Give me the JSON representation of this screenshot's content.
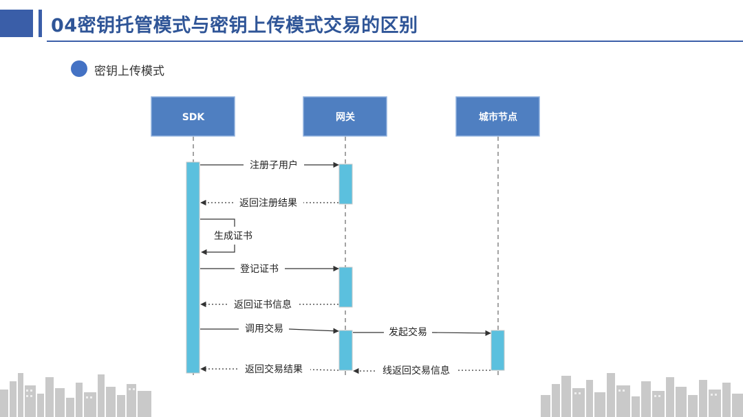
{
  "header": {
    "title": "04密钥托管模式与密钥上传模式交易的区别"
  },
  "section": {
    "subtitle": "密钥上传模式"
  },
  "diagram": {
    "participants": [
      "SDK",
      "网关",
      "城市节点"
    ],
    "messages": [
      {
        "label": "注册子用户",
        "from": "SDK",
        "to": "网关",
        "style": "solid"
      },
      {
        "label": "返回注册结果",
        "from": "网关",
        "to": "SDK",
        "style": "dotted"
      },
      {
        "label": "生成证书",
        "from": "SDK",
        "to": "SDK",
        "style": "self"
      },
      {
        "label": "登记证书",
        "from": "SDK",
        "to": "网关",
        "style": "solid"
      },
      {
        "label": "返回证书信息",
        "from": "网关",
        "to": "SDK",
        "style": "dotted"
      },
      {
        "label": "调用交易",
        "from": "SDK",
        "to": "网关",
        "style": "solid"
      },
      {
        "label": "发起交易",
        "from": "网关",
        "to": "城市节点",
        "style": "solid"
      },
      {
        "label": "返回交易结果",
        "from": "网关",
        "to": "SDK",
        "style": "dotted"
      },
      {
        "label": "线返回交易信息",
        "from": "城市节点",
        "to": "网关",
        "style": "dotted"
      }
    ]
  },
  "colors": {
    "title": "#2f5597",
    "participant_box": "#4f7fc1",
    "activation": "#5bc0de",
    "bullet": "#4472c4"
  }
}
